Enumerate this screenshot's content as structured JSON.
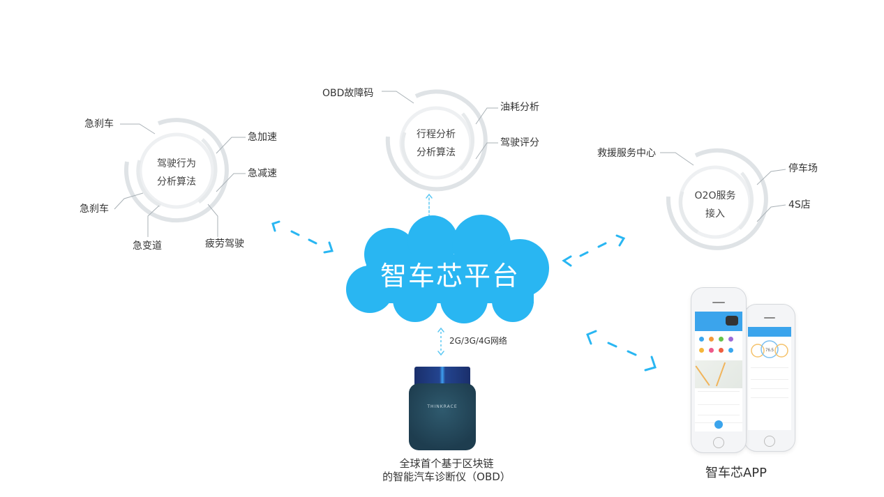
{
  "diagram": {
    "title": "智车芯平台",
    "colors": {
      "accent": "#29b6f2",
      "ring": "#dfe3e6",
      "leader": "#a9b1b6",
      "text": "#333333"
    },
    "hubs": [
      {
        "id": "driving-behavior",
        "center_lines": [
          "驾驶行为",
          "分析算法"
        ],
        "labels": [
          "急刹车",
          "急加速",
          "急减速",
          "急刹车",
          "急变道",
          "疲劳驾驶"
        ]
      },
      {
        "id": "trip-analysis",
        "center_lines": [
          "行程分析",
          "分析算法"
        ],
        "labels": [
          "OBD故障码",
          "油耗分析",
          "驾驶评分"
        ]
      },
      {
        "id": "o2o-services",
        "center_lines": [
          "O2O服务",
          "接入"
        ],
        "labels": [
          "救援服务中心",
          "停车场",
          "4S店"
        ]
      }
    ],
    "cloud": {
      "label": "智车芯平台"
    },
    "network_label": "2G/3G/4G网络",
    "device": {
      "brand": "THINKRACE",
      "caption_lines": [
        "全球首个基于区块链",
        "的智能汽车诊断仪（OBD）"
      ]
    },
    "app": {
      "caption": "智车芯APP",
      "gauge_value": "76.5"
    },
    "icons": [
      "double-arrow-icon",
      "cloud-icon",
      "obd-device-icon",
      "smartphone-icon"
    ]
  }
}
